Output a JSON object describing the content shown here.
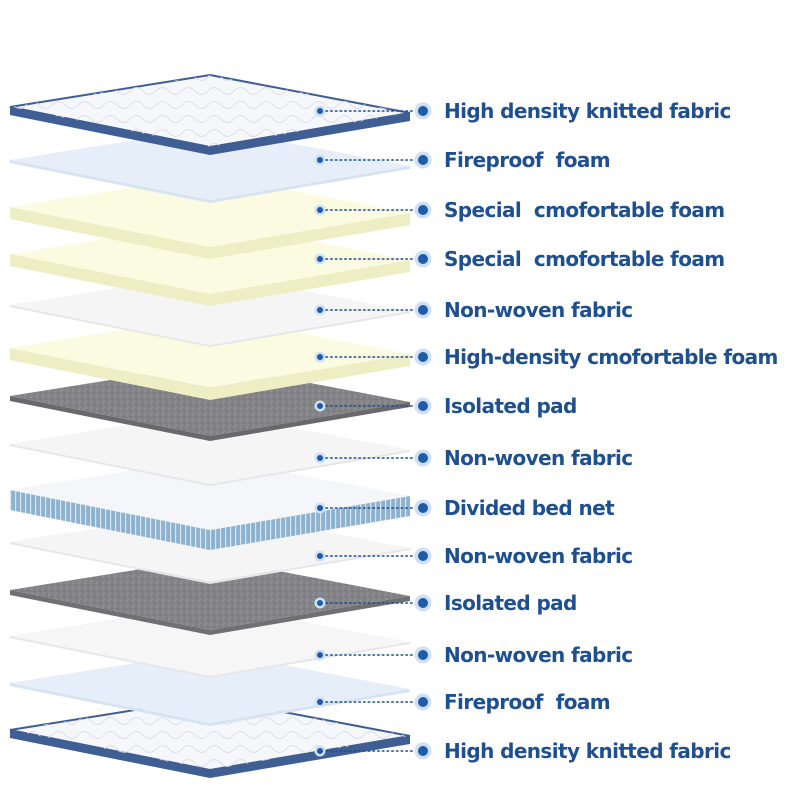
{
  "colors": {
    "label_text": "#1e4f8f",
    "leader_line": "#1e4f8f",
    "marker": "#1e5ba8",
    "marker_halo": "#cfe0f3"
  },
  "layers": [
    {
      "label": "High density knitted fabric",
      "material": "knitted-fabric",
      "fill": "#f6f7fa",
      "edge": "#3f5e93"
    },
    {
      "label": "Fireproof  foam",
      "material": "fireproof-foam",
      "fill": "#e6eff9",
      "edge": "#d6e3f1"
    },
    {
      "label": "Special  cmofortable foam",
      "material": "comfort-foam",
      "fill": "#fbfbe1",
      "edge": "#eeeec4"
    },
    {
      "label": "Special  cmofortable foam",
      "material": "comfort-foam",
      "fill": "#fbfbe1",
      "edge": "#eeeec4"
    },
    {
      "label": "Non-woven fabric",
      "material": "non-woven",
      "fill": "#f5f5f6",
      "edge": "#e6e6e8"
    },
    {
      "label": "High-density cmofortable foam",
      "material": "comfort-foam",
      "fill": "#fbfbe1",
      "edge": "#eeeec4"
    },
    {
      "label": "Isolated pad",
      "material": "isolated-pad",
      "fill": "#828286",
      "edge": "#69696d"
    },
    {
      "label": "Non-woven fabric",
      "material": "non-woven",
      "fill": "#f5f5f6",
      "edge": "#e6e6e8"
    },
    {
      "label": "Divided bed net",
      "material": "bed-net",
      "fill": "#f4f6f9",
      "edge": "#7fa6c6"
    },
    {
      "label": "Non-woven fabric",
      "material": "non-woven",
      "fill": "#f5f5f6",
      "edge": "#e6e6e8"
    },
    {
      "label": "Isolated pad",
      "material": "isolated-pad",
      "fill": "#8a8a8e",
      "edge": "#707074"
    },
    {
      "label": "Non-woven fabric",
      "material": "non-woven",
      "fill": "#f6f6f7",
      "edge": "#e6e6e8"
    },
    {
      "label": "Fireproof  foam",
      "material": "fireproof-foam",
      "fill": "#e6eff9",
      "edge": "#d6e3f1"
    },
    {
      "label": "High density knitted fabric",
      "material": "knitted-fabric",
      "fill": "#f6f7fa",
      "edge": "#3f5e93"
    }
  ]
}
